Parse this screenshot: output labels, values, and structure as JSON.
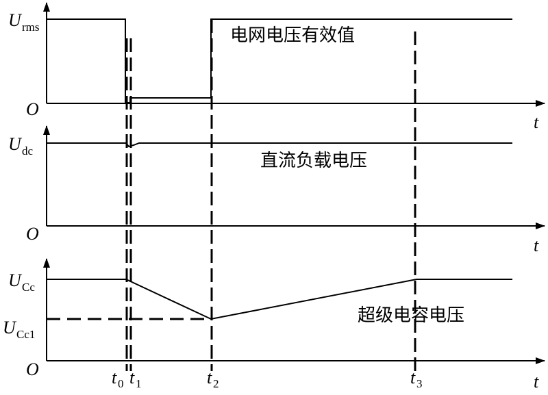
{
  "panels": [
    {
      "id": "grid-rms",
      "ylabel": {
        "main": "U",
        "sub": "rms"
      },
      "origin_label": "O",
      "axis_label": "t",
      "title": "电网电压有效值"
    },
    {
      "id": "dc-load",
      "ylabel": {
        "main": "U",
        "sub": "dc"
      },
      "origin_label": "O",
      "axis_label": "t",
      "title": "直流负载电压"
    },
    {
      "id": "supercap",
      "ylabel": {
        "main": "U",
        "sub": "Cc"
      },
      "ylabel2": {
        "main": "U",
        "sub": "Cc1"
      },
      "origin_label": "O",
      "axis_label": "t",
      "title": "超级电容电压"
    }
  ],
  "time_markers": [
    {
      "main": "t",
      "sub": "0"
    },
    {
      "main": "t",
      "sub": "1"
    },
    {
      "main": "t",
      "sub": "2"
    },
    {
      "main": "t",
      "sub": "3"
    }
  ]
}
